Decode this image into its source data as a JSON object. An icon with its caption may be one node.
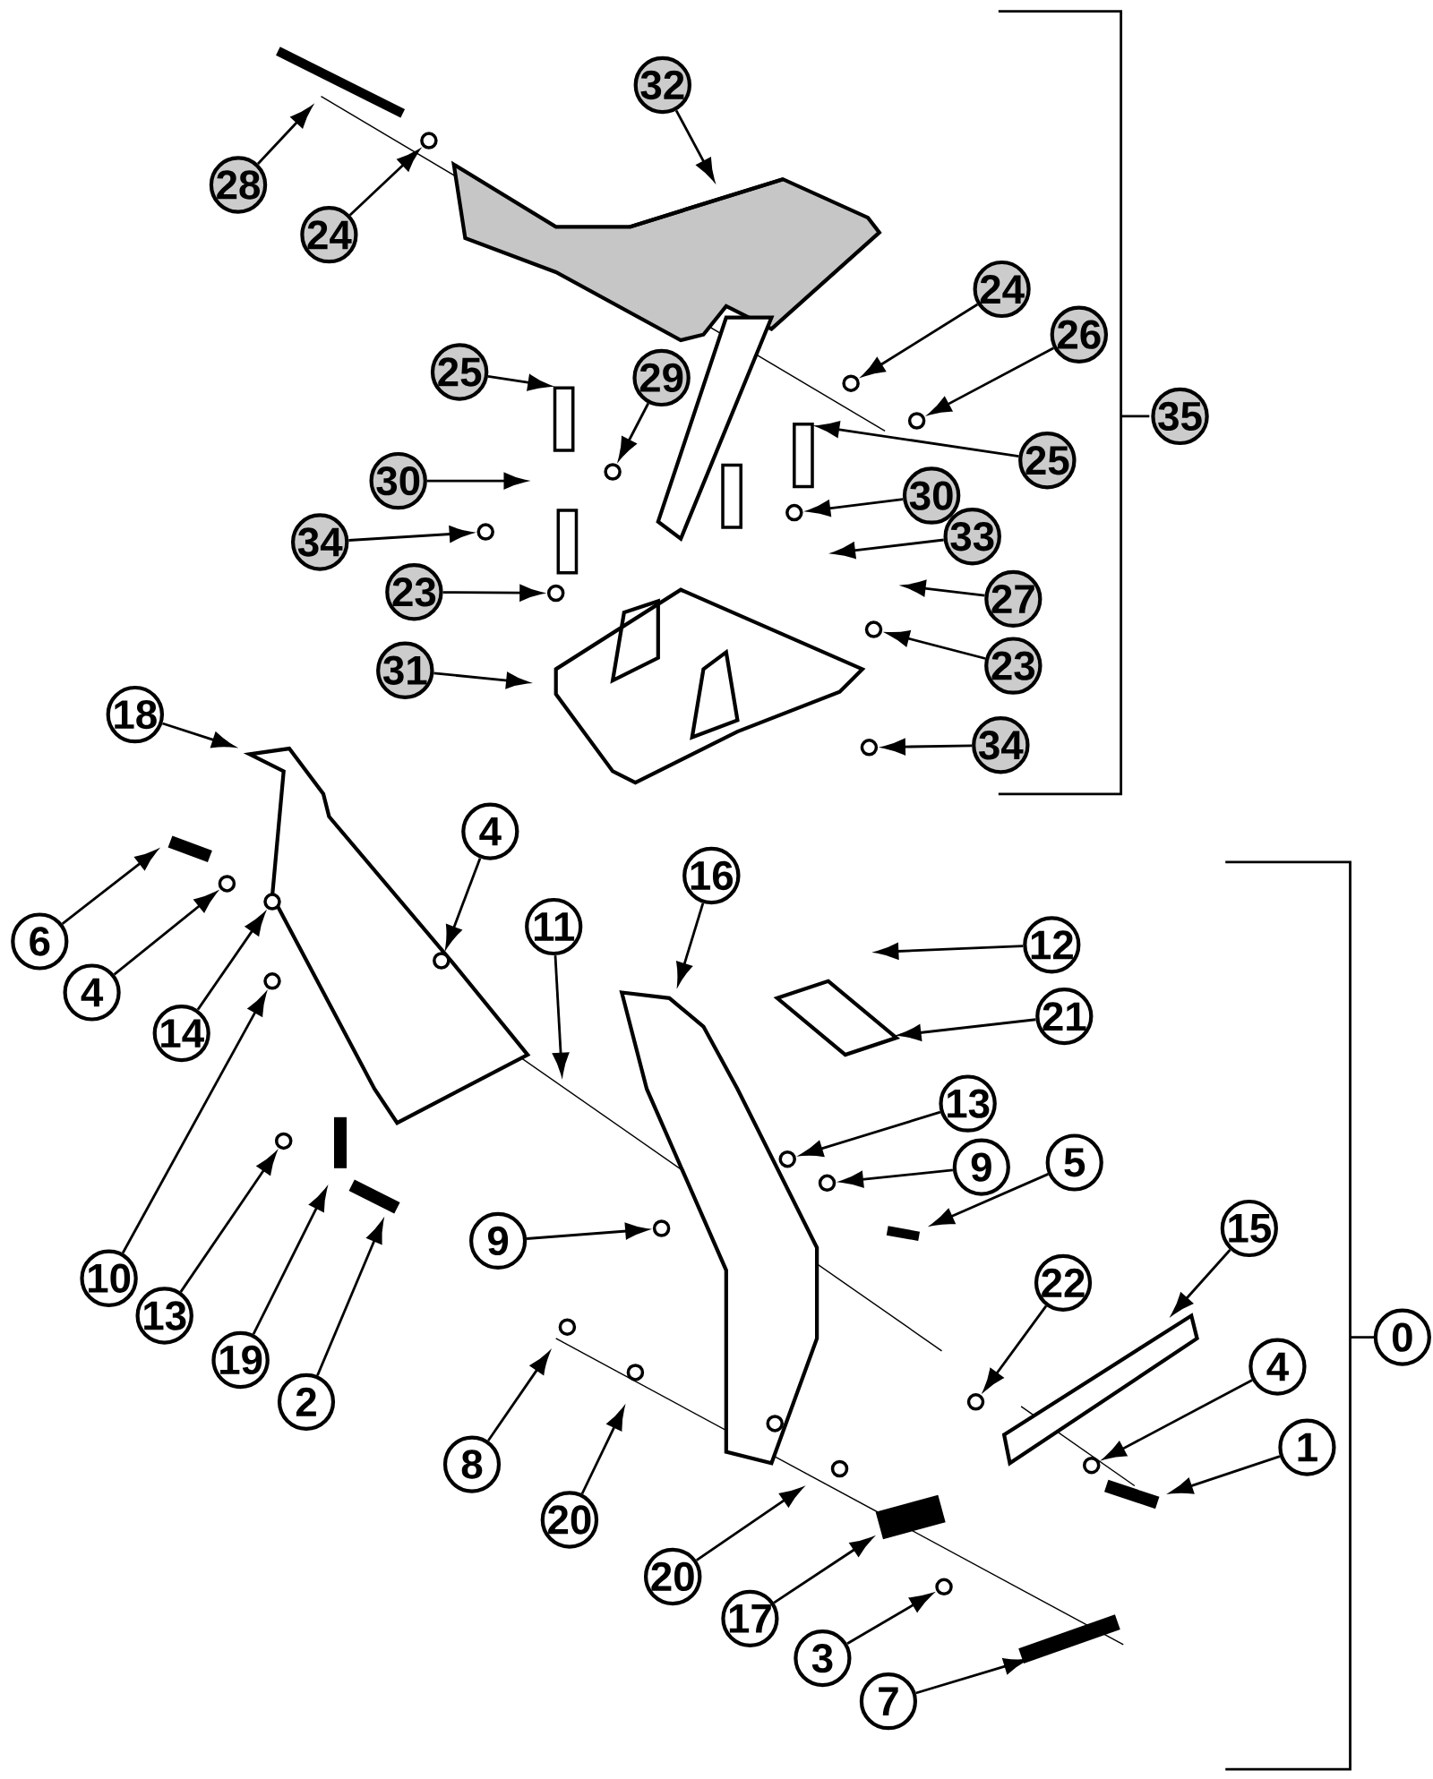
{
  "diagram": {
    "nodes": [
      {
        "text": [
          "32"
        ]
      },
      {
        "text": [
          "28"
        ]
      },
      {
        "text": [
          "24"
        ]
      },
      {
        "text": [
          "24"
        ]
      },
      {
        "text": [
          "26"
        ]
      },
      {
        "text": [
          "25"
        ]
      },
      {
        "text": [
          "29"
        ]
      },
      {
        "text": [
          "35"
        ]
      },
      {
        "text": [
          "25"
        ]
      },
      {
        "text": [
          "30"
        ]
      },
      {
        "text": [
          "30"
        ]
      },
      {
        "text": [
          "34"
        ]
      },
      {
        "text": [
          "33"
        ]
      },
      {
        "text": [
          "27"
        ]
      },
      {
        "text": [
          "23"
        ]
      },
      {
        "text": [
          "23"
        ]
      },
      {
        "text": [
          "31"
        ]
      },
      {
        "text": [
          "34"
        ]
      },
      {
        "text": [
          "18"
        ]
      },
      {
        "text": [
          "4"
        ]
      },
      {
        "text": [
          "16"
        ]
      },
      {
        "text": [
          "6"
        ]
      },
      {
        "text": [
          "11"
        ]
      },
      {
        "text": [
          "12"
        ]
      },
      {
        "text": [
          "4"
        ]
      },
      {
        "text": [
          "14"
        ]
      },
      {
        "text": [
          "21"
        ]
      },
      {
        "text": [
          "10"
        ]
      },
      {
        "text": [
          "13"
        ]
      },
      {
        "text": [
          "9"
        ]
      },
      {
        "text": [
          "5"
        ]
      },
      {
        "text": [
          "13"
        ]
      },
      {
        "text": [
          "19"
        ]
      },
      {
        "text": [
          "2"
        ]
      },
      {
        "text": [
          "9"
        ]
      },
      {
        "text": [
          "15"
        ]
      },
      {
        "text": [
          "0"
        ]
      },
      {
        "text": [
          "22"
        ]
      },
      {
        "text": [
          "4"
        ]
      },
      {
        "text": [
          "8"
        ]
      },
      {
        "text": [
          "1"
        ]
      },
      {
        "text": [
          "20"
        ]
      },
      {
        "text": [
          "20"
        ]
      },
      {
        "text": [
          "17"
        ]
      },
      {
        "text": [
          "3"
        ]
      },
      {
        "text": [
          "7"
        ]
      }
    ],
    "edges": [
      {
        "from": 0,
        "to": null,
        "arrow": "to"
      },
      {
        "from": 1,
        "to": null,
        "arrow": "to"
      },
      {
        "from": 2,
        "to": null,
        "arrow": "to"
      },
      {
        "from": 3,
        "to": null,
        "arrow": "to"
      },
      {
        "from": 4,
        "to": null,
        "arrow": "to"
      },
      {
        "from": 5,
        "to": null,
        "arrow": "to"
      },
      {
        "from": 6,
        "to": null,
        "arrow": "to"
      },
      {
        "from": 8,
        "to": null,
        "arrow": "to"
      },
      {
        "from": 9,
        "to": null,
        "arrow": "to"
      },
      {
        "from": 10,
        "to": null,
        "arrow": "to"
      },
      {
        "from": 11,
        "to": null,
        "arrow": "to"
      },
      {
        "from": 12,
        "to": null,
        "arrow": "to"
      },
      {
        "from": 13,
        "to": null,
        "arrow": "to"
      },
      {
        "from": 14,
        "to": null,
        "arrow": "to"
      },
      {
        "from": 15,
        "to": null,
        "arrow": "to"
      },
      {
        "from": 16,
        "to": null,
        "arrow": "to"
      },
      {
        "from": 17,
        "to": null,
        "arrow": "to"
      },
      {
        "from": 18,
        "to": null,
        "arrow": "to"
      },
      {
        "from": 19,
        "to": null,
        "arrow": "to"
      },
      {
        "from": 20,
        "to": null,
        "arrow": "to"
      },
      {
        "from": 21,
        "to": null,
        "arrow": "to"
      },
      {
        "from": 22,
        "to": null,
        "arrow": "to"
      },
      {
        "from": 23,
        "to": null,
        "arrow": "to"
      },
      {
        "from": 24,
        "to": null,
        "arrow": "to"
      },
      {
        "from": 25,
        "to": null,
        "arrow": "to"
      },
      {
        "from": 26,
        "to": null,
        "arrow": "to"
      },
      {
        "from": 27,
        "to": null,
        "arrow": "to"
      },
      {
        "from": 28,
        "to": null,
        "arrow": "to"
      },
      {
        "from": 29,
        "to": null,
        "arrow": "to"
      },
      {
        "from": 30,
        "to": null,
        "arrow": "to"
      },
      {
        "from": 31,
        "to": null,
        "arrow": "to"
      },
      {
        "from": 32,
        "to": null,
        "arrow": "to"
      },
      {
        "from": 33,
        "to": null,
        "arrow": "to"
      },
      {
        "from": 34,
        "to": null,
        "arrow": "to"
      },
      {
        "from": 35,
        "to": null,
        "arrow": "to"
      },
      {
        "from": 37,
        "to": null,
        "arrow": "to"
      },
      {
        "from": 38,
        "to": null,
        "arrow": "to"
      },
      {
        "from": 39,
        "to": null,
        "arrow": "to"
      },
      {
        "from": 40,
        "to": null,
        "arrow": "to"
      },
      {
        "from": 41,
        "to": null,
        "arrow": "to"
      },
      {
        "from": 42,
        "to": null,
        "arrow": "to"
      },
      {
        "from": 43,
        "to": null,
        "arrow": "to"
      },
      {
        "from": 44,
        "to": null,
        "arrow": "to"
      },
      {
        "from": 45,
        "to": null,
        "arrow": "to"
      }
    ]
  }
}
